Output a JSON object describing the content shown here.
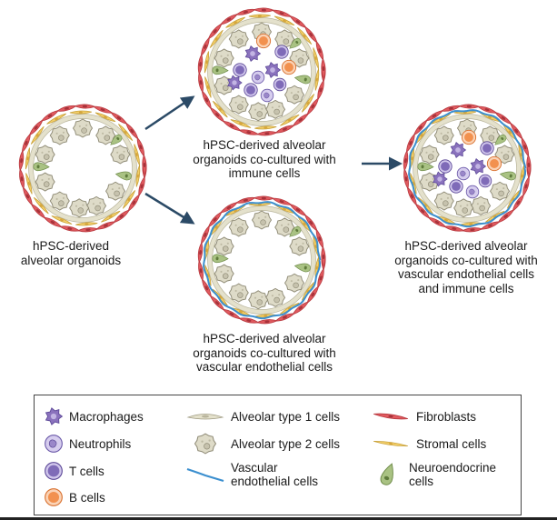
{
  "colors": {
    "fibroblast": "#e05a5f",
    "stromal": "#f3cf6a",
    "type1": "#e4e1cc",
    "type2_fill": "#dedbc8",
    "endothelial": "#3b8fcf",
    "neuro": "#a9c283",
    "macrophage": "#8a72bd",
    "neutrophil": "#9a87c9",
    "tcell": "#7f6bb8",
    "bcell": "#f2914f"
  },
  "captions": {
    "base": [
      "hPSC-derived",
      "alveolar organoids"
    ],
    "immune": [
      "hPSC-derived alveolar",
      "organoids co-cultured with",
      "immune cells"
    ],
    "vascular": [
      "hPSC-derived alveolar",
      "organoids co-cultured with",
      "vascular endothelial cells"
    ],
    "combined": [
      "hPSC-derived alveolar",
      "organoids co-cultured with",
      "vascular endothelial cells",
      "and immune cells"
    ]
  },
  "legend": {
    "macrophages": "Macrophages",
    "neutrophils": "Neutrophils",
    "t_cells": "T cells",
    "b_cells": "B cells",
    "at1": "Alveolar type 1 cells",
    "at2": "Alveolar type 2 cells",
    "endothelial": [
      "Vascular",
      "endothelial cells"
    ],
    "fibroblasts": "Fibroblasts",
    "stromal": "Stromal cells",
    "neuroendocrine": [
      "Neuroendocrine",
      "cells"
    ]
  }
}
